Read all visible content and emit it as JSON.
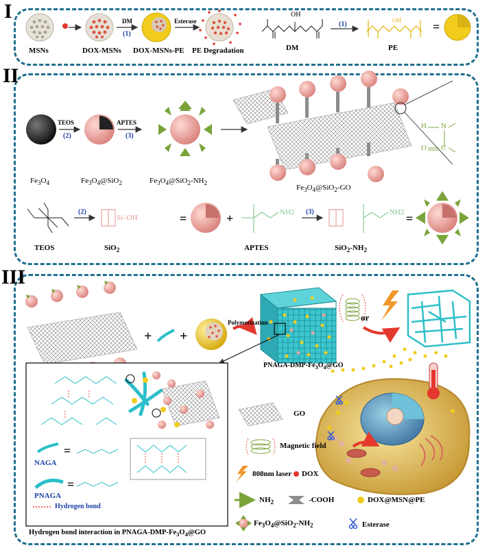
{
  "panels": {
    "I": "I",
    "II": "II",
    "III": "III"
  },
  "panel1": {
    "msns": "MSNs",
    "dox_msns": "DOX-MSNs",
    "dox_msns_pe": "DOX-MSNs-PE",
    "pe_degradation": "PE Degradation",
    "arrow_dm": "DM",
    "step1": "(1)",
    "arrow_esterase": "Esterase",
    "dm_label": "DM",
    "pe_label": "PE",
    "oh": "OH",
    "step1b": "(1)"
  },
  "panel2": {
    "fe3o4": "Fe3O4",
    "teos_arrow": "TEOS",
    "step2": "(2)",
    "fe3o4_sio2": "Fe3O4@SiO2",
    "aptes_arrow": "APTES",
    "step3": "(3)",
    "fe3o4_sio2_nh2": "Fe3O4@SiO2-NH2",
    "fe3o4_sio2_go": "Fe3O4@SiO2-GO",
    "teos": "TEOS",
    "sio2": "SiO2",
    "aptes": "APTES",
    "sio2_nh2": "SiO2-NH2",
    "si_oh": "Si–OH",
    "nh2": "NH2",
    "step2b": "(2)",
    "step3b": "(3)",
    "amide_h": "H",
    "amide_n": "N",
    "amide_o": "O",
    "amide_c": "C"
  },
  "panel3": {
    "polymerization": "Polymerization",
    "or": "or",
    "product": "PNAGA-DMP-Fe3O4@GO",
    "naga": "NAGA",
    "pnaga": "PNAGA",
    "hbond": "Hydrogen bond",
    "caption": "Hydrogen bond interaction in PNAGA-DMP-Fe3O4@GO",
    "legend": {
      "go": "GO",
      "magnetic": "Magnetic field",
      "laser": "808nm laser",
      "dox": "DOX",
      "nh2": "NH2",
      "cooh": "-COOH",
      "doxmsn": "DOX@MSN@PE",
      "fe3o4": "Fe3O4@SiO2-NH2",
      "esterase": "Esterase"
    }
  },
  "colors": {
    "panel_border": "#1f6f8f",
    "step_blue": "#1a3ea8",
    "cyan": "#2bbfc8",
    "pink": "#e9a3a0",
    "green": "#7aa33a",
    "yellow": "#e8c719",
    "red": "#e4382e",
    "orange": "#f0982a"
  }
}
